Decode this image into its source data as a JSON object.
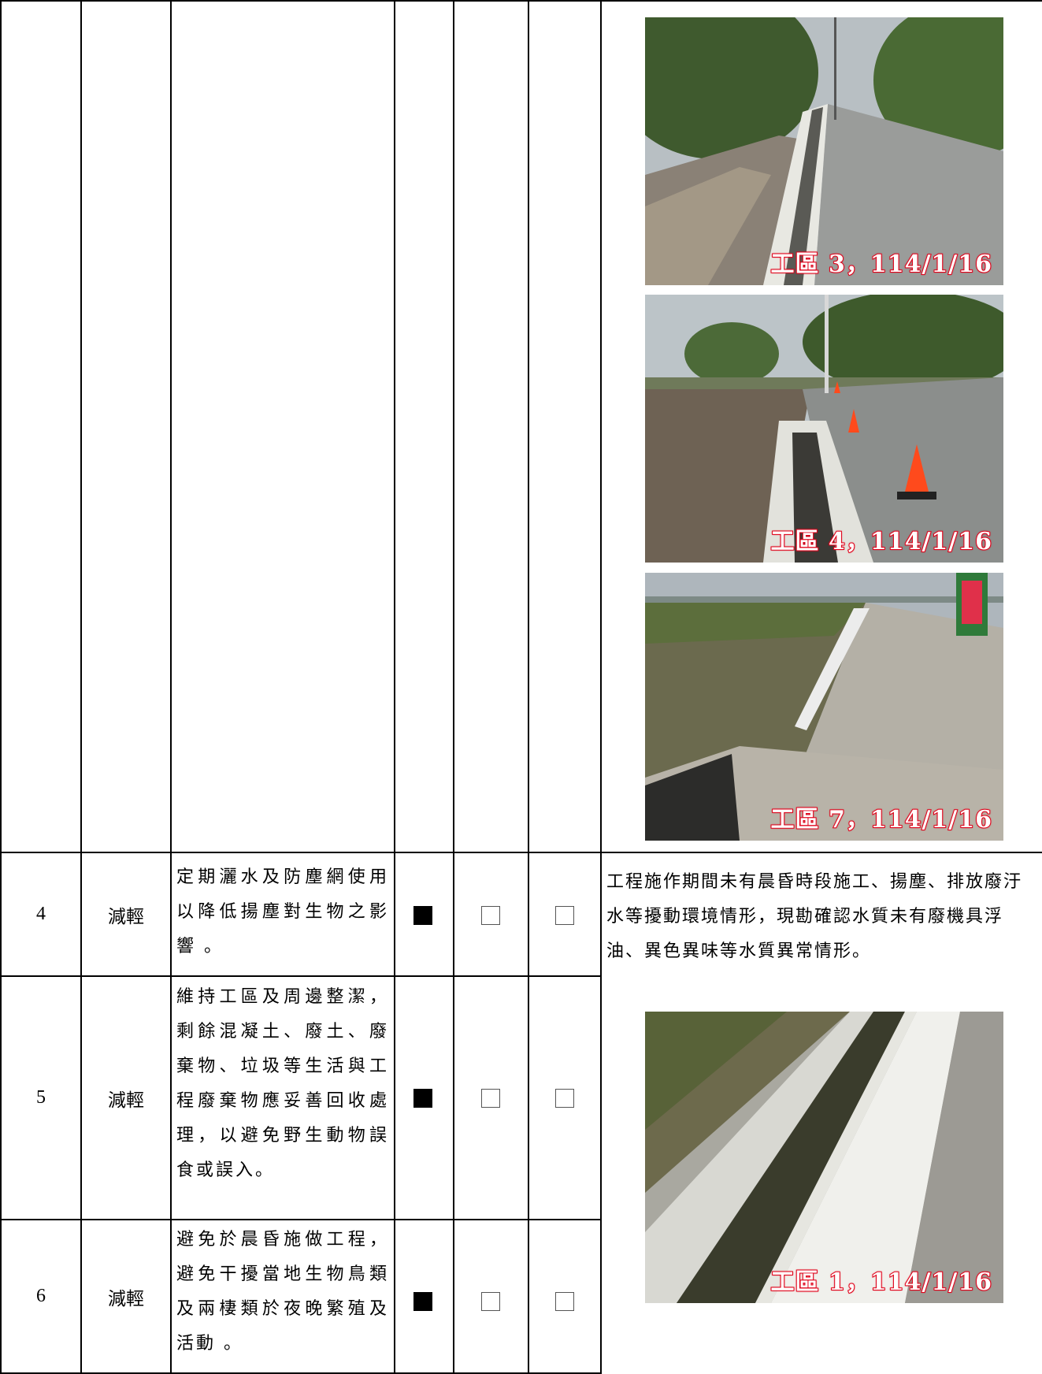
{
  "photos_top": [
    {
      "caption": "工區 3，114/1/16"
    },
    {
      "caption": "工區 4，114/1/16"
    },
    {
      "caption": "工區 7，114/1/16"
    }
  ],
  "rows": [
    {
      "no": "4",
      "type": "減輕",
      "desc": "定期灑水及防塵網使用以降低揚塵對生物之影響 。",
      "checks": [
        "filled",
        "empty",
        "empty"
      ]
    },
    {
      "no": "5",
      "type": "減輕",
      "desc": "維持工區及周邊整潔，剩餘混凝土、廢土、廢棄物、垃圾等生活與工程廢棄物應妥善回收處理，以避免野生動物誤食或誤入。",
      "checks": [
        "filled",
        "empty",
        "empty"
      ]
    },
    {
      "no": "6",
      "type": "減輕",
      "desc": "避免於晨昏施做工程，避免干擾當地生物鳥類及兩棲類於夜晚繁殖及活動 。",
      "checks": [
        "filled",
        "empty",
        "empty"
      ]
    }
  ],
  "result": {
    "text": "工程施作期間未有晨昏時段施工、揚塵、排放廢汙水等擾動環境情形，現勘確認水質未有廢機具浮油、異色異味等水質異常情形。",
    "photo_caption": "工區 1，114/1/16"
  }
}
